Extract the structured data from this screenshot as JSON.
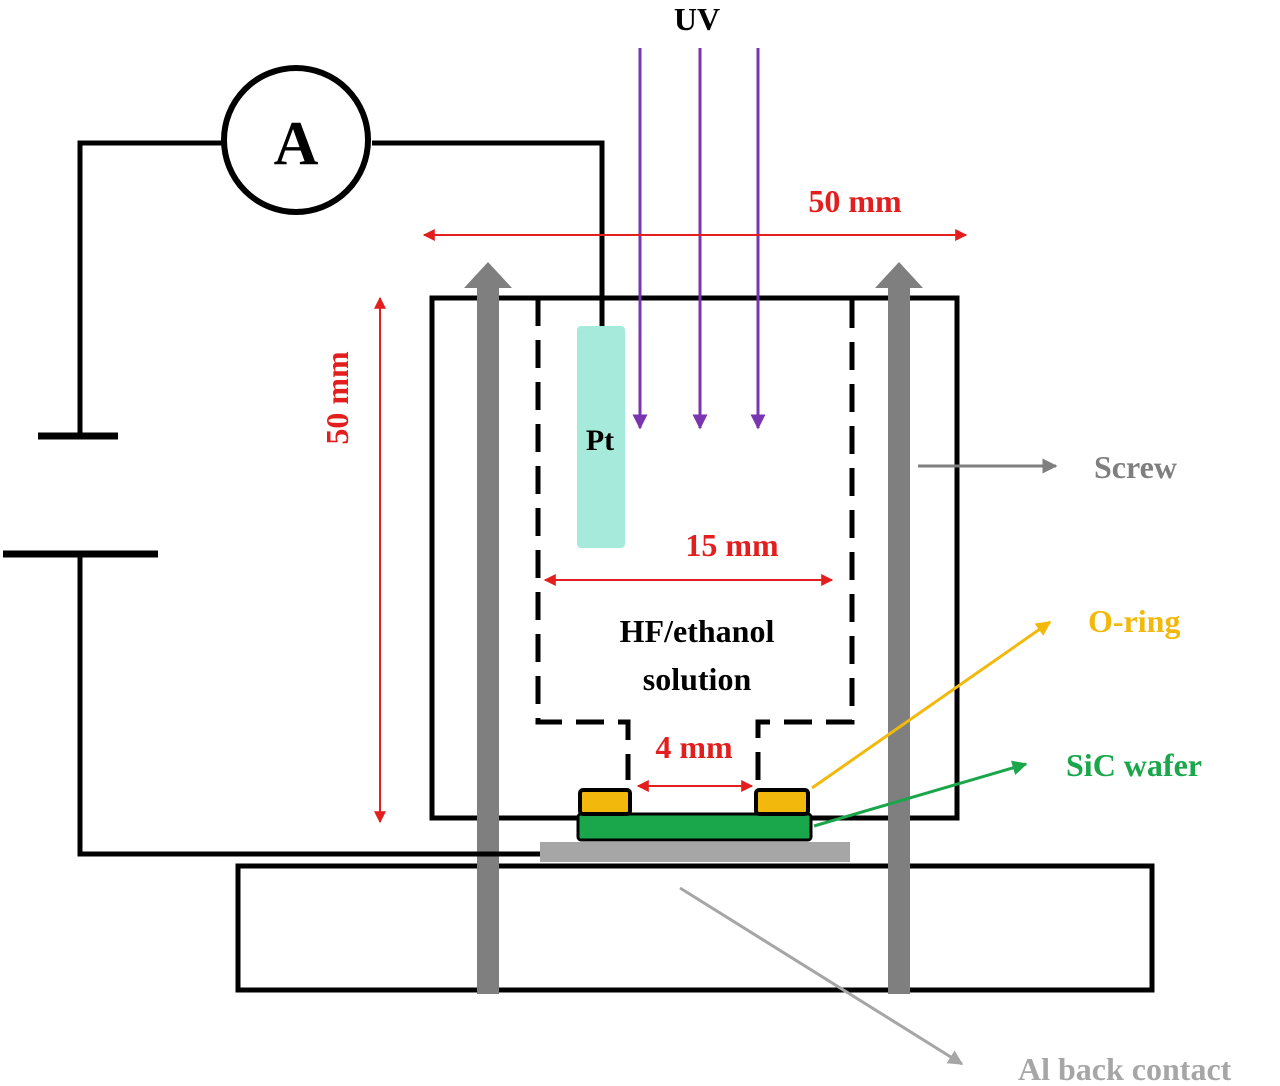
{
  "labels": {
    "uv": "UV",
    "ammeter": "A",
    "pt": "Pt",
    "width_outer": "50 mm",
    "height_outer": "50 mm",
    "width_inner": "15 mm",
    "opening": "4 mm",
    "solution_line1": "HF/ethanol",
    "solution_line2": "solution",
    "screw": "Screw",
    "oring": "O-ring",
    "wafer": "SiC wafer",
    "back_contact": "Al back contact"
  },
  "colors": {
    "dimension": "#e31e1e",
    "uv": "#7a35b0",
    "pt": "#a6eadb",
    "screw": "#7f7f7f",
    "oring": "#f2b90c",
    "wafer": "#1aa64a",
    "back_contact": "#a6a6a6",
    "line": "#000000"
  }
}
